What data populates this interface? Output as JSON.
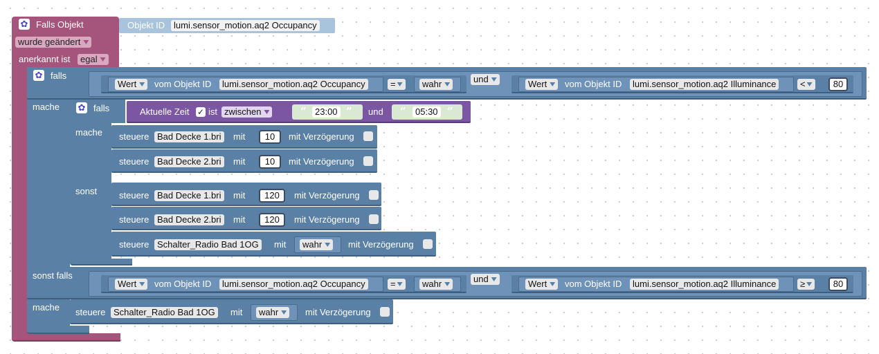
{
  "trigger": {
    "title": "Falls Objekt",
    "objekt_id_label": "Objekt ID",
    "objekt_id_value": "lumi.sensor_motion.aq2 Occupancy",
    "changed_option": "wurde geändert",
    "ack_label": "anerkannt ist",
    "ack_option": "egal"
  },
  "if_block": {
    "falls_label": "falls",
    "sonst_falls_label": "sonst falls",
    "mache_label": "mache",
    "sonst_label": "sonst",
    "cond1": {
      "left": {
        "wert": "Wert",
        "vom": "vom Objekt ID",
        "id": "lumi.sensor_motion.aq2 Occupancy",
        "op": "=",
        "value": "wahr"
      },
      "logic": "und",
      "right": {
        "wert": "Wert",
        "vom": "vom Objekt ID",
        "id": "lumi.sensor_motion.aq2 Illuminance",
        "op": "<",
        "value": "80"
      }
    },
    "cond2": {
      "left": {
        "wert": "Wert",
        "vom": "vom Objekt ID",
        "id": "lumi.sensor_motion.aq2 Occupancy",
        "op": "=",
        "value": "wahr"
      },
      "logic": "und",
      "right": {
        "wert": "Wert",
        "vom": "vom Objekt ID",
        "id": "lumi.sensor_motion.aq2 Illuminance",
        "op": "≥",
        "value": "80"
      }
    }
  },
  "inner_if": {
    "falls_label": "falls",
    "mache_label": "mache",
    "sonst_label": "sonst",
    "time": {
      "prefix": "Aktuelle Zeit",
      "check": "✓",
      "ist": "ist",
      "mode": "zwischen",
      "from": "23:00",
      "und": "und",
      "to": "05:30"
    }
  },
  "actions": {
    "steuere": "steuere",
    "mit": "mit",
    "delay": "mit Verzögerung",
    "then": [
      {
        "target": "Bad Decke 1.bri",
        "value": "10"
      },
      {
        "target": "Bad Decke 2.bri",
        "value": "10"
      }
    ],
    "else": [
      {
        "target": "Bad Decke 1.bri",
        "value": "120"
      },
      {
        "target": "Bad Decke 2.bri",
        "value": "120"
      },
      {
        "target": "Schalter_Radio Bad 1OG",
        "value": "wahr"
      }
    ],
    "elseif": [
      {
        "target": "Schalter_Radio Bad 1OG",
        "value": "wahr"
      }
    ]
  },
  "quotes": {
    "open": "“",
    "close": "”"
  },
  "colors": {
    "trigger": "#a5557b",
    "logic": "#5b80a5",
    "time": "#7a56a3",
    "objekt_id": "#a8c4dd"
  },
  "icons": {
    "gear": "gear-icon"
  }
}
